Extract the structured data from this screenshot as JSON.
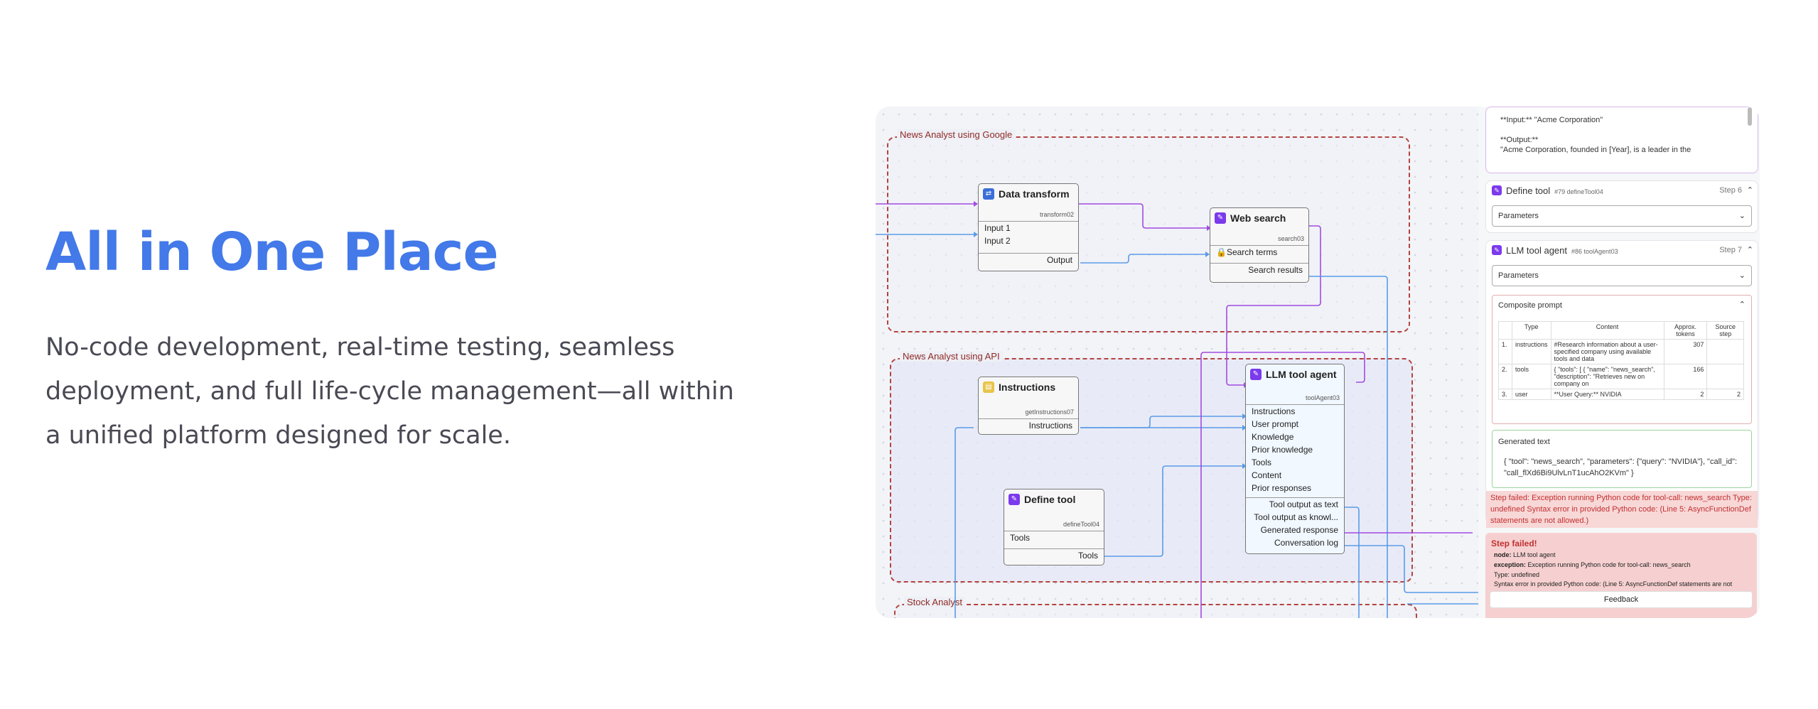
{
  "hero": {
    "title": "All in One Place",
    "subtitle": "No-code development, real-time testing, seamless deployment, and full life-cycle management—all within a unified platform designed for scale."
  },
  "groups": {
    "google": "News Analyst using Google",
    "api": "News Analyst using API",
    "stock": "Stock Analyst"
  },
  "nodes": {
    "data_transform": {
      "title": "Data transform",
      "id": "transform02",
      "inputs": [
        "Input 1",
        "Input 2"
      ],
      "output": "Output"
    },
    "web_search": {
      "title": "Web search",
      "id": "search03",
      "inputs": [
        "Search terms"
      ],
      "output": "Search results"
    },
    "instructions": {
      "title": "Instructions",
      "id": "getInstructions07",
      "output": "Instructions"
    },
    "define_tool": {
      "title": "Define tool",
      "id": "defineTool04",
      "inputs": [
        "Tools"
      ],
      "output": "Tools"
    },
    "llm_agent": {
      "title": "LLM tool agent",
      "id": "toolAgent03",
      "inputs": [
        "Instructions",
        "User prompt",
        "Knowledge",
        "Prior knowledge",
        "Tools",
        "Content",
        "Prior responses"
      ],
      "outputs": [
        "Tool output as text",
        "Tool output as knowl...",
        "Generated response",
        "Conversation log"
      ]
    }
  },
  "panel": {
    "top_text": [
      "**Input:** \"Acme Corporation\"",
      "**Output:**",
      "\"Acme Corporation, founded in [Year], is a leader in the"
    ],
    "define_tool": {
      "title": "Define tool",
      "ref": "#79 defineTool04",
      "step": "Step 6",
      "params": "Parameters"
    },
    "llm_agent": {
      "title": "LLM tool agent",
      "ref": "#86 toolAgent03",
      "step": "Step 7",
      "params": "Parameters"
    },
    "composite_prompt": {
      "title": "Composite prompt",
      "headers": [
        "Type",
        "Content",
        "Approx. tokens",
        "Source step"
      ],
      "rows": [
        {
          "n": "1.",
          "type": "instructions",
          "content": "#Research information about a user-specified company using available tools and data",
          "tokens": "307",
          "source": ""
        },
        {
          "n": "2.",
          "type": "tools",
          "content": "{ \"tools\": [ { \"name\": \"news_search\", \"description\": \"Retrieves new on company on",
          "tokens": "166",
          "source": ""
        },
        {
          "n": "3.",
          "type": "user",
          "content": "**User Query:** NVIDIA",
          "tokens": "2",
          "source": "2"
        }
      ]
    },
    "generated": {
      "title": "Generated text",
      "text": "{ \"tool\": \"news_search\", \"parameters\": {\"query\": \"NVIDIA\"}, \"call_id\": \"call_flXd6Bi9UlvLnT1ucAhO2KVm\" }"
    },
    "error_text": "Step failed: Exception running Python code for tool-call: news_search Type: undefined Syntax error in provided Python code: (Line 5: AsyncFunctionDef statements are not allowed.)",
    "failed": {
      "title": "Step failed!",
      "node_label": "node:",
      "node_value": "LLM tool agent",
      "exception_label": "exception:",
      "exception_value": "Exception running Python code for tool-call: news_search",
      "type_line": "Type: undefined",
      "syntax_line": "Syntax error in provided Python code: (Line 5: AsyncFunctionDef statements are not",
      "feedback": "Feedback"
    }
  },
  "colors": {
    "accent": "#4379e8",
    "purple_wire": "#a24be0",
    "blue_wire": "#5a9be8",
    "group_border": "#b4433e"
  }
}
